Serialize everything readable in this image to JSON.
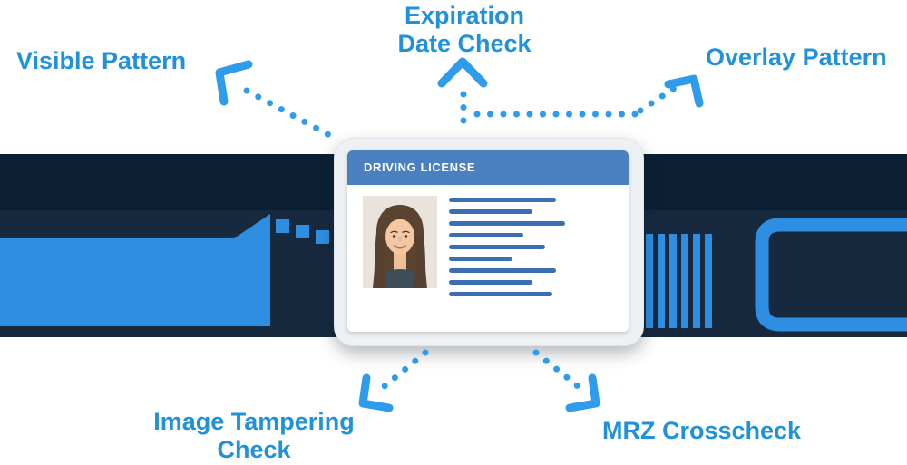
{
  "labels": {
    "visible_pattern": "Visible Pattern",
    "expiration": {
      "line1": "Expiration",
      "line2": "Date Check"
    },
    "overlay_pattern": "Overlay Pattern",
    "image_tampering": {
      "line1": "Image Tampering",
      "line2": "Check"
    },
    "mrz_crosscheck": "MRZ Crosscheck"
  },
  "card": {
    "title": "DRIVING LICENSE",
    "photo": "woman-portrait"
  },
  "colors": {
    "label_blue": "#2191d9",
    "arrow_blue": "#2e9ceb",
    "decor_blue": "#2e8fe2",
    "band_dark": "#0c2033",
    "band_mid": "#16293f",
    "card_header": "#4a7fc0",
    "card_line": "#3a6fb4"
  },
  "decor": {
    "card_line_widths": [
      118,
      92,
      128,
      82,
      106,
      70,
      118,
      92,
      114
    ],
    "barcode_bar_count": 6,
    "left_square_count": 3
  }
}
